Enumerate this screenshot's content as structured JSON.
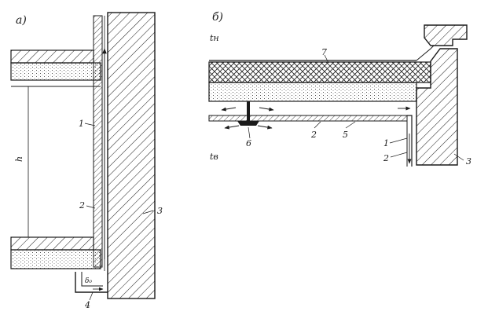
{
  "panel_a": {
    "panel_label": "a)",
    "dimension_label": "h",
    "callouts": {
      "c1": "1",
      "c2": "2",
      "c3": "3",
      "c4": "4"
    },
    "gap_label": "δ₀"
  },
  "panel_b": {
    "panel_label": "б)",
    "temp_outside": "tн",
    "temp_inside": "tв",
    "callouts": {
      "c1": "1",
      "c2a": "2",
      "c2b": "2",
      "c3": "3",
      "c5": "5",
      "c6": "6",
      "c7": "7"
    }
  },
  "colors": {
    "ink": "#1a1a1a",
    "paper": "#ffffff"
  }
}
